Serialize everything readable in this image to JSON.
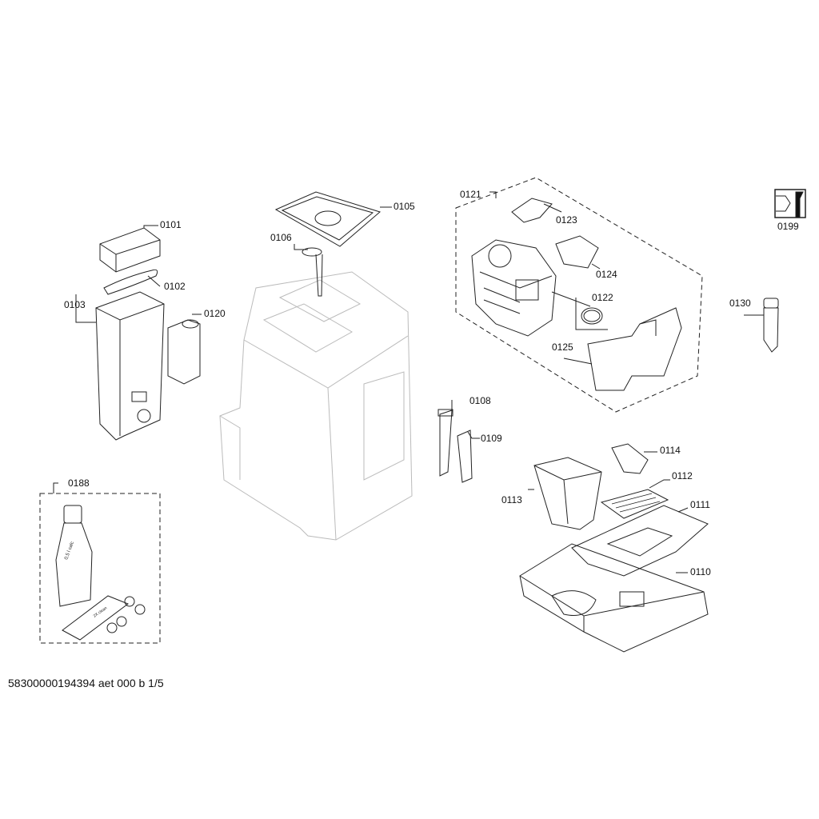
{
  "parts": {
    "p0101": "0101",
    "p0102": "0102",
    "p0103": "0103",
    "p0120": "0120",
    "p0105": "0105",
    "p0106": "0106",
    "p0121": "0121",
    "p0123": "0123",
    "p0124": "0124",
    "p0122": "0122",
    "p0125": "0125",
    "p0199": "0199",
    "p0130": "0130",
    "p0108": "0108",
    "p0109": "0109",
    "p0114": "0114",
    "p0112": "0112",
    "p0113": "0113",
    "p0111": "0111",
    "p0110": "0110",
    "p0188": "0188"
  },
  "kit_labels": {
    "bottle": "0,5 l calc",
    "tablets": "2X clean"
  },
  "footer": "58300000194394 aet 000 b 1/5",
  "colors": {
    "line": "#222222",
    "ghost": "#bbbbbb"
  }
}
